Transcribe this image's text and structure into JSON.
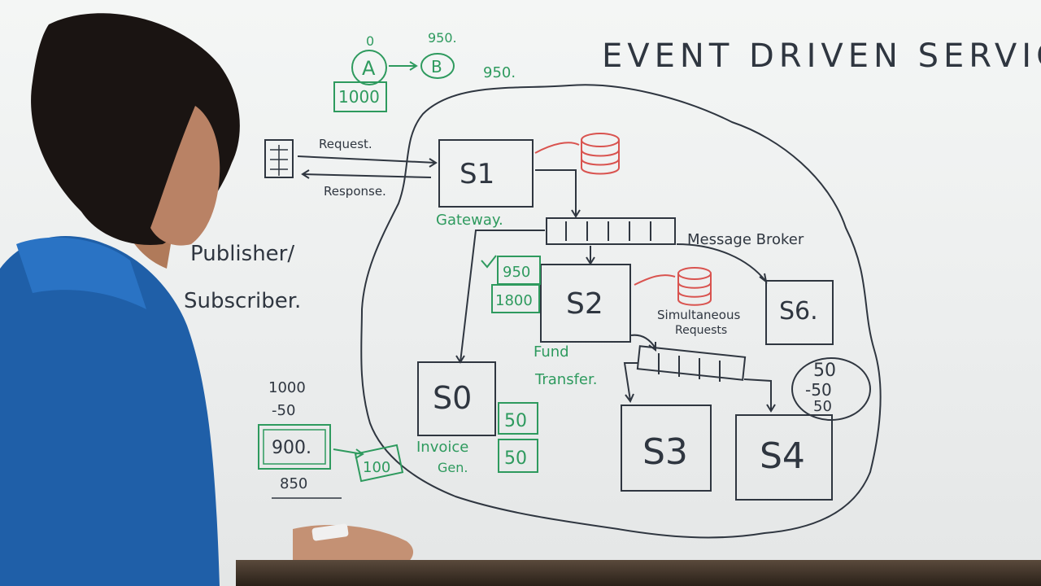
{
  "board": {
    "title": "EVENT DRIVEN SERVICES",
    "services": {
      "s1": "S1",
      "s2": "S2",
      "s6": "S6.",
      "s0": "S0",
      "s3": "S3",
      "s4": "S4"
    },
    "labels": {
      "request": "Request.",
      "response": "Response.",
      "gateway": "Gateway.",
      "message_broker": "Message Broker",
      "fund_transfer_1": "Fund",
      "fund_transfer_2": "Transfer.",
      "invoice_gen_1": "Invoice",
      "invoice_gen_2": "Gen.",
      "simultaneous_1": "Simultaneous",
      "simultaneous_2": "Requests",
      "publisher": "Publisher/",
      "subscriber": "Subscriber."
    },
    "numbers": {
      "a_node": "A",
      "b_node": "B",
      "a_top": "0",
      "b_top": "950.",
      "near_b": "950.",
      "a_box": "1000",
      "left_1000": "1000",
      "left_minus50": "-50",
      "left_900": "900.",
      "left_850": "850",
      "left_arrow_box": "100",
      "s2_950": "950",
      "s2_1800": "1800",
      "s0_50_top": "50",
      "s0_50_bottom": "50",
      "s6_50a": "50",
      "s6_50b": "-50",
      "s6_50c": "50"
    },
    "colors": {
      "marker_black": "#2f3640",
      "marker_green": "#2e9a5e",
      "marker_red": "#d9534f",
      "shirt_blue": "#1f5fa8"
    }
  }
}
